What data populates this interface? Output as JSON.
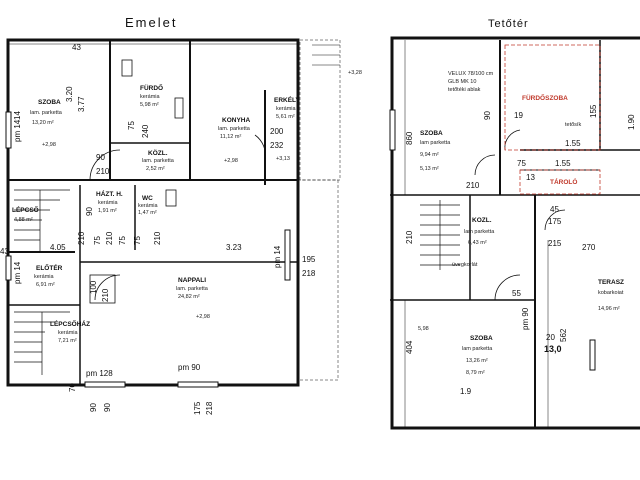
{
  "floors": {
    "left_title": "Emelet",
    "right_title": "Tetőtér"
  },
  "emelet": {
    "rooms": [
      {
        "name": "SZOBA",
        "floor": "lam. parketta",
        "area": "13,20 m²",
        "level": "+2,98"
      },
      {
        "name": "FÜRDŐ",
        "floor": "kerámia",
        "area": "5,98 m²"
      },
      {
        "name": "KONYHA",
        "floor": "lam. parketta",
        "area": "11,12 m²",
        "level": "+2,98"
      },
      {
        "name": "ERKÉLY",
        "floor": "kerámia",
        "area": "5,61 m²",
        "level": "+3,13"
      },
      {
        "name": "KÖZL.",
        "floor": "lam. parketta",
        "area": "2,52 m²"
      },
      {
        "name": "HÁZT. H.",
        "floor": "kerámia",
        "area": "1,91 m²"
      },
      {
        "name": "WC",
        "floor": "kerámia",
        "area": "1,47 m²"
      },
      {
        "name": "LÉPCSŐ",
        "area": "4,88 m²"
      },
      {
        "name": "NAPPALI",
        "floor": "lam. parketta",
        "area": "24,82 m²",
        "level": "+2,98"
      },
      {
        "name": "ELŐTÉR",
        "floor": "kerámia",
        "area": "6,91 m²"
      },
      {
        "name": "LÉPCSŐHÁZ",
        "floor": "kerámia",
        "area": "7,21 m²"
      }
    ],
    "level_top": "+3,28",
    "dims": [
      "43",
      "3.20",
      "3.77",
      "14",
      "pm 14",
      "90",
      "210",
      "75",
      "240",
      "200",
      "232",
      "90",
      "210",
      "75",
      "210",
      "75",
      "210",
      "75",
      "4.05",
      "3.23",
      "43",
      "pm 14",
      "195",
      "218",
      "100",
      "210",
      "pm 14",
      "pm 128",
      "pm 90",
      "90",
      "90",
      "175",
      "218",
      "70"
    ]
  },
  "teteter": {
    "rooms": [
      {
        "name": "SZOBA",
        "floor": "lam parketta",
        "area": "9,94 m²",
        "area2": "5,13 m²"
      },
      {
        "name": "FÜRDŐSZOBA"
      },
      {
        "name": "KOZL.",
        "floor": "lam parketta",
        "area": "6,43 m²"
      },
      {
        "name": "TÁROLÓ"
      },
      {
        "name": "TERASZ",
        "floor": "kobarkoiat",
        "area": "14,96 m²"
      },
      {
        "name": "SZOBA",
        "floor": "lam parketta",
        "area": "13,26 m²",
        "area2": "8,79 m²"
      }
    ],
    "velux": [
      "VELUX 78/100 cm",
      "GLB MK 10",
      "tetőtéki ablak"
    ],
    "notes": {
      "teto": "tetősík",
      "uveg": "üvegkorlát",
      "level": "5,98",
      "partial": "13,0"
    },
    "dims": [
      "860",
      "90",
      "19",
      "155",
      "1.55",
      "1.90",
      "75",
      "1.55",
      "13",
      "210",
      "45",
      "175",
      "215",
      "270",
      "210",
      "55",
      "404",
      "pm 90",
      "562",
      "1.9",
      "20"
    ]
  }
}
